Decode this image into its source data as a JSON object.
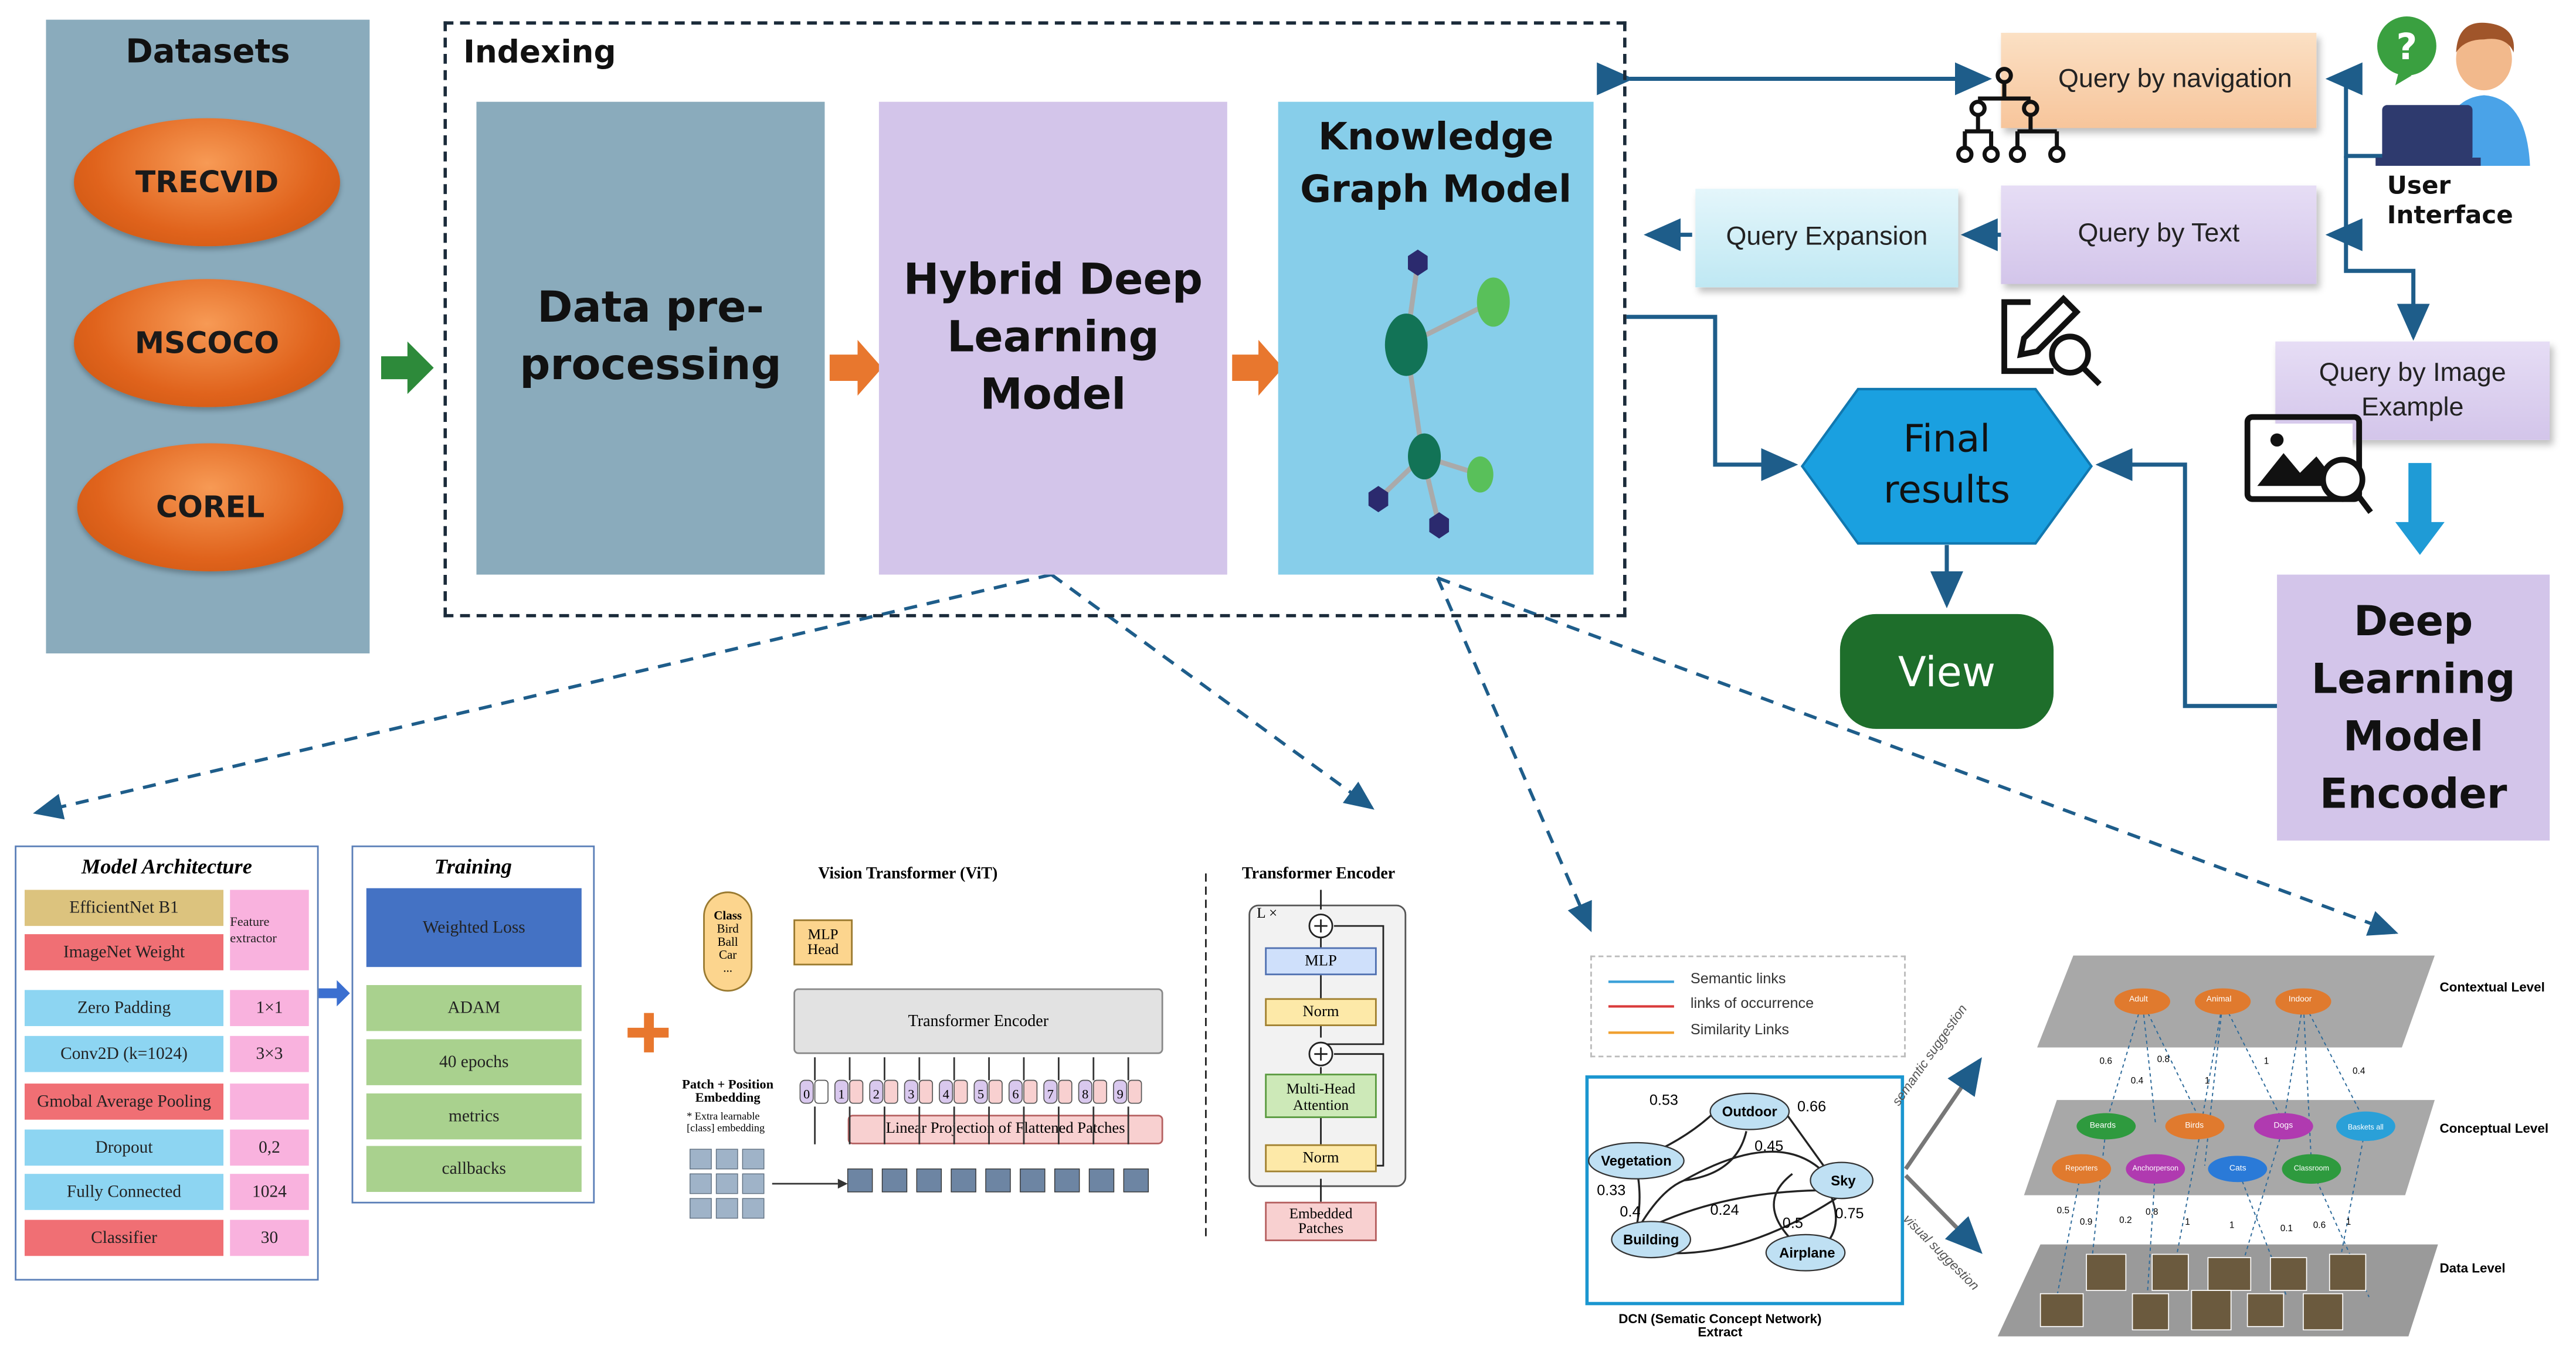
{
  "datasets": {
    "title": "Datasets",
    "items": [
      "TRECVID",
      "MSCOCO",
      "COREL"
    ]
  },
  "indexing": {
    "title": "Indexing",
    "data_preprocessing": "Data pre-processing",
    "hybrid_model": "Hybrid Deep Learning Model",
    "knowledge_graph": "Knowledge Graph Model"
  },
  "queries": {
    "navigation": "Query by navigation",
    "text": "Query by Text",
    "expansion": "Query Expansion",
    "image": "Query by Image Example"
  },
  "user_interface": "User Interface",
  "final_results": "Final results",
  "view": "View",
  "encoder": "Deep Learning Model Encoder",
  "architecture": {
    "title": "Model Architecture",
    "rows": [
      {
        "label": "EfficientNet B1",
        "value": "Feature extractor"
      },
      {
        "label": "ImageNet Weight",
        "value": ""
      },
      {
        "label": "Zero Padding",
        "value": "1×1"
      },
      {
        "label": "Conv2D (k=1024)",
        "value": "3×3"
      },
      {
        "label": "Gmobal Average Pooling",
        "value": ""
      },
      {
        "label": "Dropout",
        "value": "0,2"
      },
      {
        "label": "Fully Connected",
        "value": "1024"
      },
      {
        "label": "Classifier",
        "value": "30"
      }
    ]
  },
  "training": {
    "title": "Training",
    "items": [
      "Weighted Loss",
      "ADAM",
      "40 epochs",
      "metrics",
      "callbacks"
    ]
  },
  "vit": {
    "title": "Vision Transformer (ViT)",
    "class_title": "Class",
    "class_items": [
      "Bird",
      "Ball",
      "Car",
      "..."
    ],
    "mlp_head": "MLP Head",
    "transformer_encoder": "Transformer Encoder",
    "patch_embedding": "Patch + Position Embedding",
    "extra_note": "* Extra learnable [class] embedding",
    "linear_projection": "Linear Projection of Flattened Patches",
    "tokens": [
      "0",
      "1",
      "2",
      "3",
      "4",
      "5",
      "6",
      "7",
      "8",
      "9"
    ]
  },
  "encoder_block": {
    "title": "Transformer Encoder",
    "lx": "L ×",
    "mlp": "MLP",
    "norm": "Norm",
    "attention": "Multi-Head Attention",
    "embedded": "Embedded Patches"
  },
  "dcn": {
    "legend": [
      "Semantic links",
      "links of occurrence",
      "Similarity Links"
    ],
    "legend_colors": [
      "#3aa0d8",
      "#d93b3b",
      "#f0a030"
    ],
    "nodes": [
      "Outdoor",
      "Vegetation",
      "Sky",
      "Building",
      "Airplane"
    ],
    "weights": [
      "0.53",
      "0.66",
      "0.45",
      "0.33",
      "0.4",
      "0.24",
      "0.5",
      "0.75"
    ],
    "caption": "DCN (Sematic Concept Network) Extract",
    "semantic_suggestion": "semantic suggestion",
    "visual_suggestion": "visual suggestion"
  },
  "levels": {
    "contextual": "Contextual Level",
    "conceptual": "Conceptual Level",
    "data": "Data Level",
    "contextual_nodes": [
      "Adult",
      "Animal",
      "Indoor"
    ],
    "conceptual_nodes": [
      "Beards",
      "Birds",
      "Dogs",
      "Baskets all",
      "Reporters",
      "Anchorperson",
      "Cats",
      "Classroom"
    ],
    "weights": [
      "0.6",
      "0.4",
      "0.8",
      "1",
      "1",
      "0.4",
      "0.5",
      "0.9",
      "0.2",
      "0.8",
      "1",
      "1",
      "0.1",
      "0.6",
      "1"
    ]
  }
}
